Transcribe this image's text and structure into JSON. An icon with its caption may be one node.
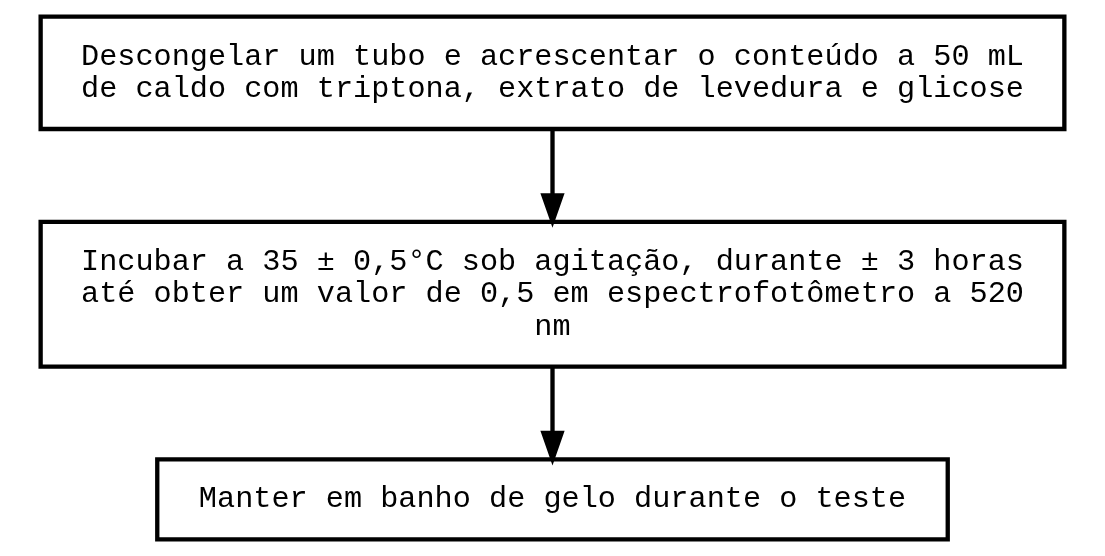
{
  "diagram": {
    "nodes": [
      {
        "text": [
          "Descongelar um tubo e acrescentar o conteúdo a 50 mL de caldo com triptona, extrato de levedura e glicose"
        ]
      },
      {
        "text": [
          "Incubar a 35 ± 0,5°C sob agitação, durante ± 3 horas até obter um valor de 0,5 em espectrofotômetro a 520 nm"
        ]
      },
      {
        "text": [
          "Manter em banho de gelo durante o teste"
        ]
      }
    ],
    "edges": [
      {
        "from": 0,
        "to": 1,
        "arrow": "to"
      },
      {
        "from": 1,
        "to": 2,
        "arrow": "to"
      }
    ]
  }
}
